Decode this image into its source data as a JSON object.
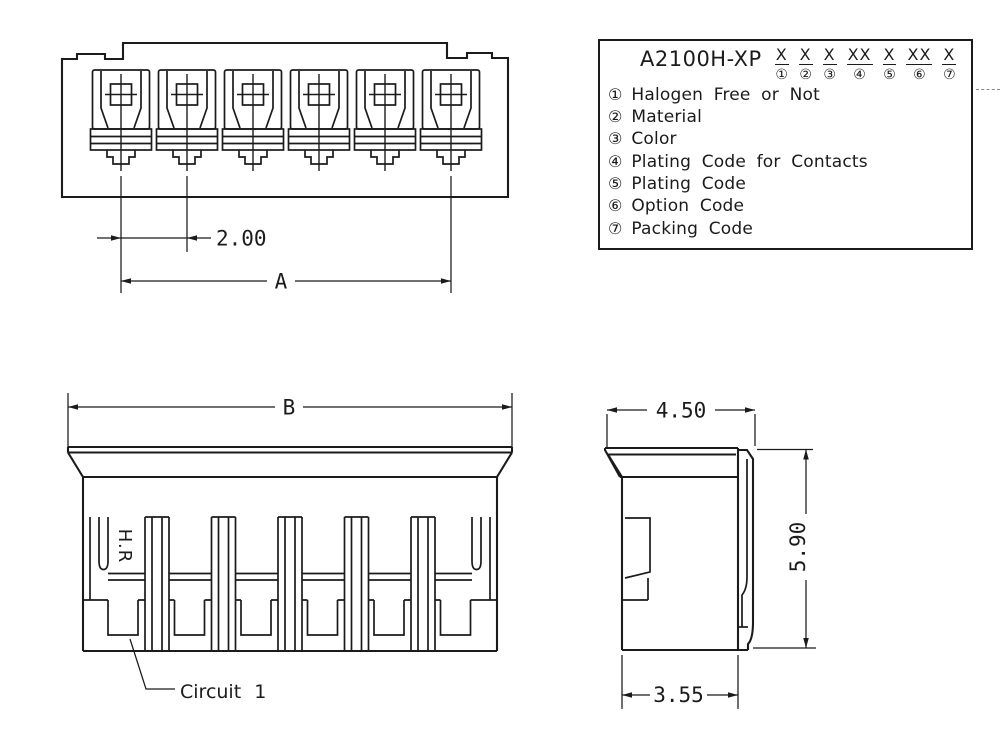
{
  "front_view": {
    "dim_pitch": "2.00",
    "dim_overall": "A"
  },
  "part_number_block": {
    "part_number": "A2100H-XP",
    "code_groups": [
      {
        "code": "X",
        "num": "①"
      },
      {
        "code": "X",
        "num": "②"
      },
      {
        "code": "X",
        "num": "③"
      },
      {
        "code": "XX",
        "num": "④"
      },
      {
        "code": "X",
        "num": "⑤"
      },
      {
        "code": "XX",
        "num": "⑥"
      },
      {
        "code": "X",
        "num": "⑦"
      }
    ],
    "legend": [
      {
        "num": "①",
        "label": "Halogen Free or Not"
      },
      {
        "num": "②",
        "label": "Material"
      },
      {
        "num": "③",
        "label": "Color"
      },
      {
        "num": "④",
        "label": "Plating Code for Contacts"
      },
      {
        "num": "⑤",
        "label": "Plating Code"
      },
      {
        "num": "⑥",
        "label": "Option Code"
      },
      {
        "num": "⑦",
        "label": "Packing Code"
      }
    ]
  },
  "bottom_view": {
    "dim_overall": "B",
    "marking": "H.R",
    "circuit_label": "Circuit 1"
  },
  "side_view": {
    "dim_top_width": "4.50",
    "dim_height": "5.90",
    "dim_bottom_width": "3.55"
  },
  "colors": {
    "line": "#1b1b1b",
    "background": "#ffffff"
  }
}
